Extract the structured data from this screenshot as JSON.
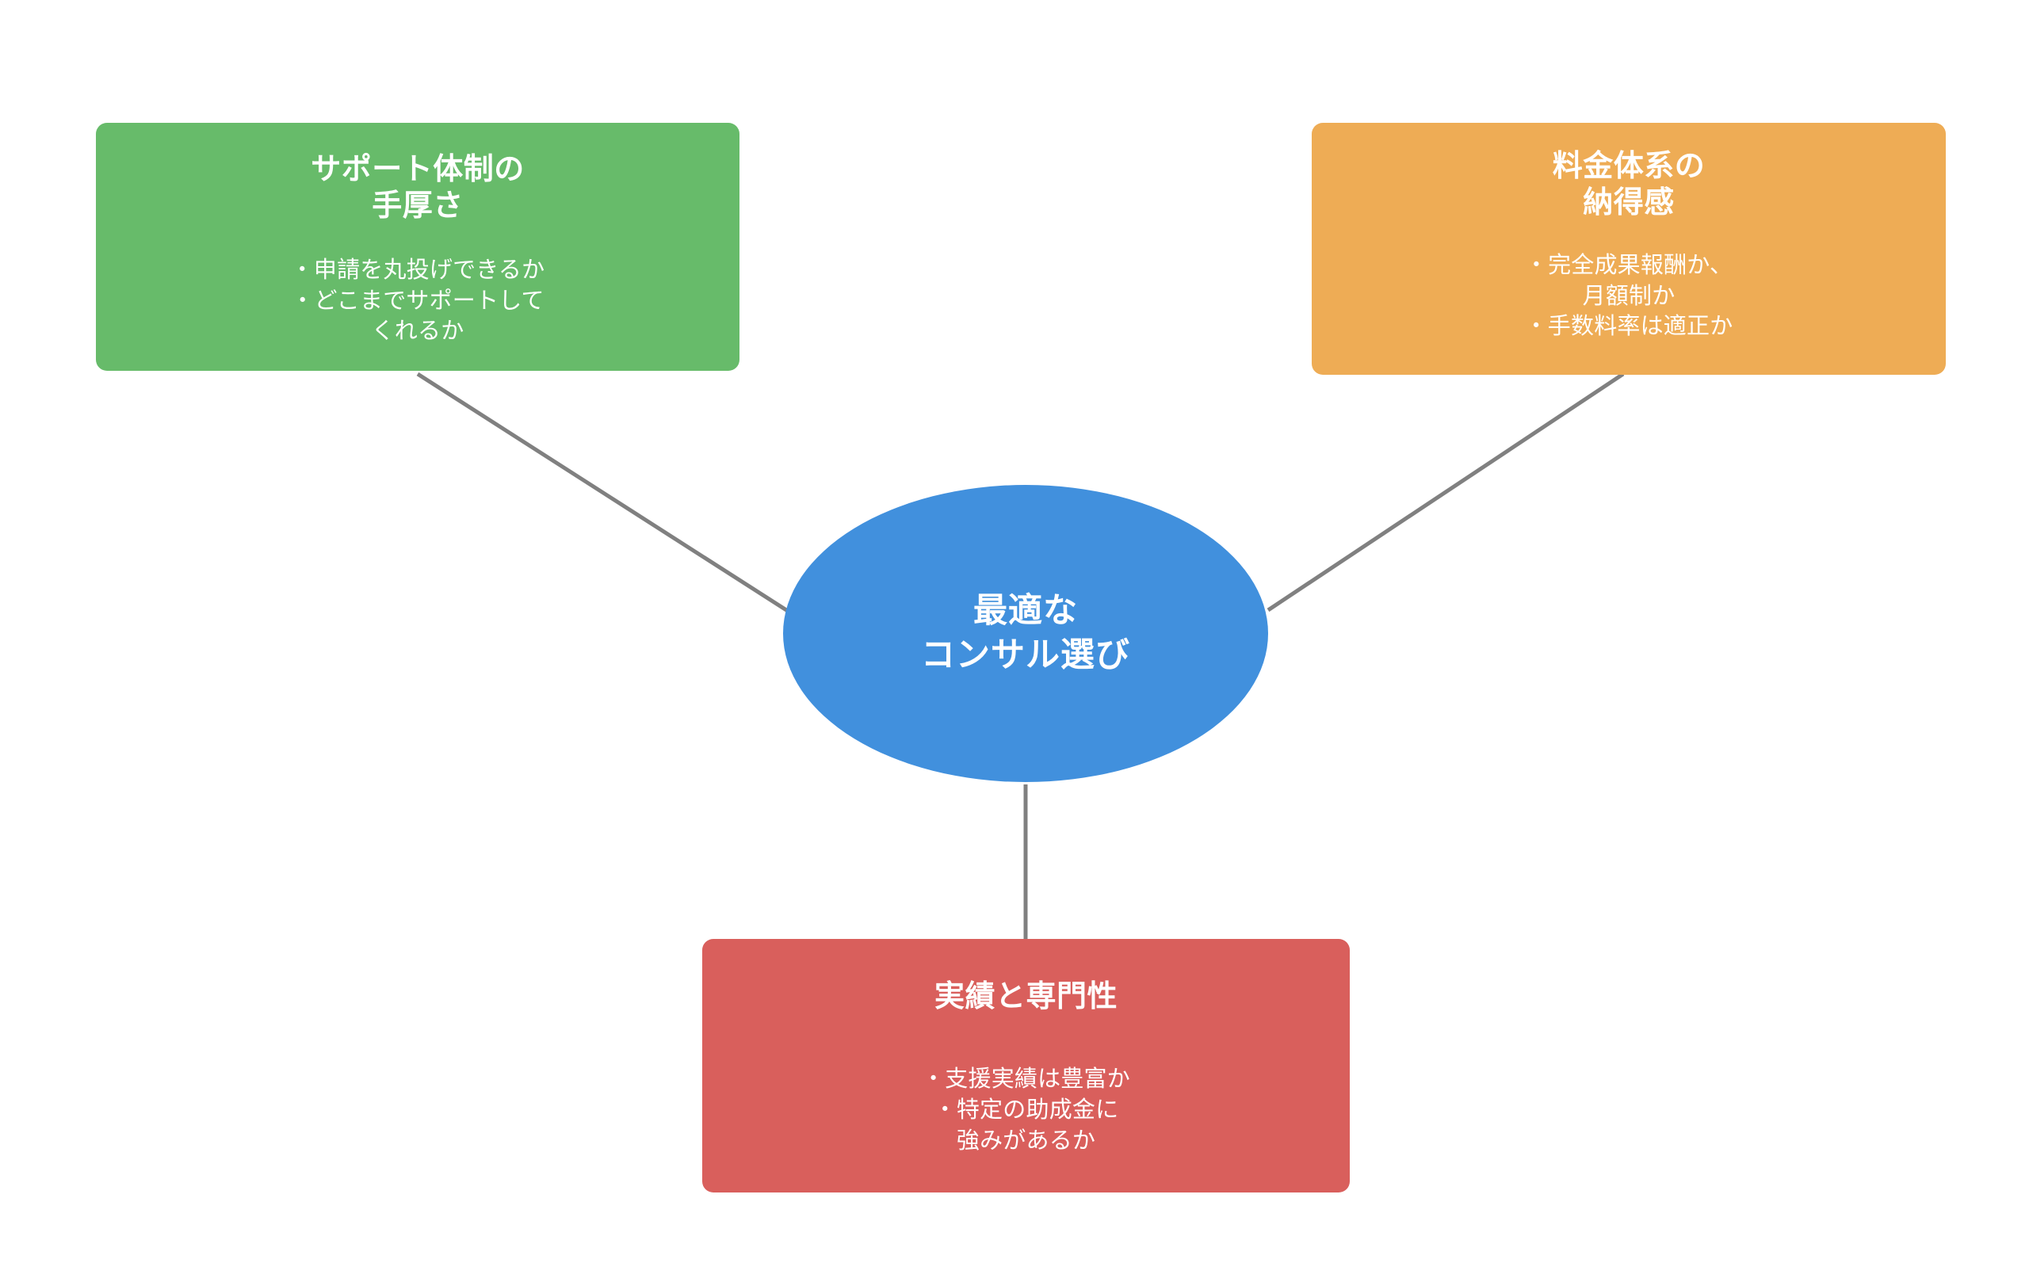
{
  "diagram": {
    "type": "mindmap",
    "background_color": "#ffffff",
    "connector_color": "#808080",
    "center": {
      "label": "最適な\nコンサル選び",
      "shape": "ellipse",
      "color": "#4190dd",
      "text_color": "#ffffff"
    },
    "nodes": [
      {
        "id": "support",
        "title": "サポート体制の\n手厚さ",
        "bullets": "・申請を丸投げできるか\n・どこまでサポートして\nくれるか",
        "color": "#67bb6a",
        "text_color": "#ffffff",
        "position": "top-left"
      },
      {
        "id": "fee",
        "title": "料金体系の\n納得感",
        "bullets": "・完全成果報酬か、\n月額制か\n・手数料率は適正か",
        "color": "#eeac55",
        "text_color": "#ffffff",
        "position": "top-right"
      },
      {
        "id": "record",
        "title": "実績と専門性",
        "bullets": "・支援実績は豊富か\n・特定の助成金に\n強みがあるか",
        "color": "#d95f5c",
        "text_color": "#ffffff",
        "position": "bottom-center"
      }
    ],
    "edges": [
      {
        "from": "support",
        "to": "center"
      },
      {
        "from": "fee",
        "to": "center"
      },
      {
        "from": "record",
        "to": "center"
      }
    ]
  }
}
